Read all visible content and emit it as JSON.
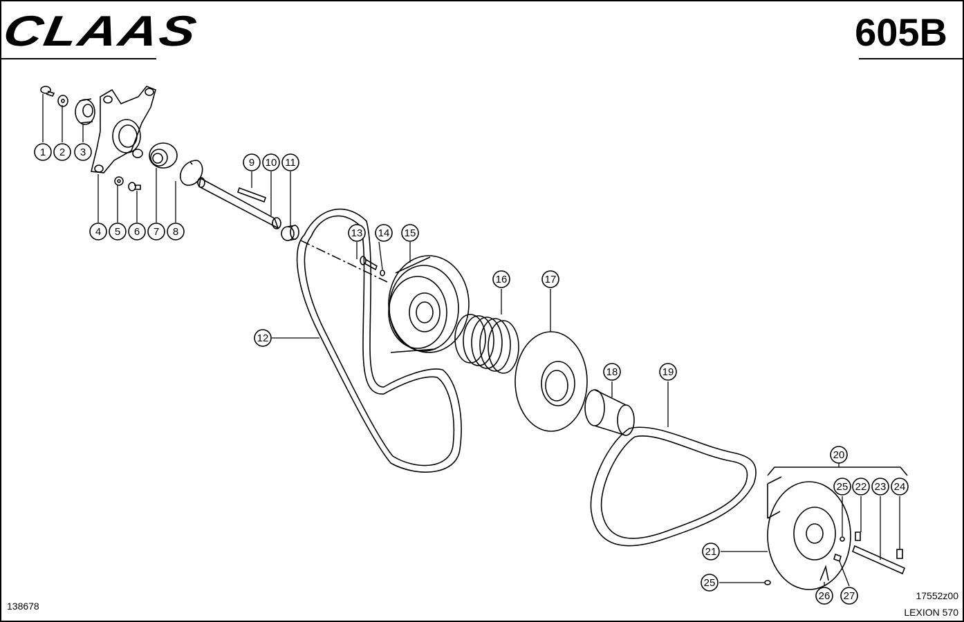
{
  "header": {
    "brand": "CLAAS",
    "page_number": "605B"
  },
  "footer": {
    "document_number": "138678",
    "drawing_number": "17552z00",
    "model": "LEXION 570"
  },
  "callouts": [
    {
      "id": "c1",
      "label": "1"
    },
    {
      "id": "c2",
      "label": "2"
    },
    {
      "id": "c3",
      "label": "3"
    },
    {
      "id": "c4",
      "label": "4"
    },
    {
      "id": "c5",
      "label": "5"
    },
    {
      "id": "c6",
      "label": "6"
    },
    {
      "id": "c7",
      "label": "7"
    },
    {
      "id": "c8",
      "label": "8"
    },
    {
      "id": "c9",
      "label": "9"
    },
    {
      "id": "c10",
      "label": "10"
    },
    {
      "id": "c11",
      "label": "11"
    },
    {
      "id": "c12",
      "label": "12"
    },
    {
      "id": "c13",
      "label": "13"
    },
    {
      "id": "c14",
      "label": "14"
    },
    {
      "id": "c15",
      "label": "15"
    },
    {
      "id": "c16",
      "label": "16"
    },
    {
      "id": "c17",
      "label": "17"
    },
    {
      "id": "c18",
      "label": "18"
    },
    {
      "id": "c19",
      "label": "19"
    },
    {
      "id": "c20",
      "label": "20"
    },
    {
      "id": "c21",
      "label": "21"
    },
    {
      "id": "c22",
      "label": "22"
    },
    {
      "id": "c23",
      "label": "23"
    },
    {
      "id": "c24",
      "label": "24"
    },
    {
      "id": "c25a",
      "label": "25"
    },
    {
      "id": "c25b",
      "label": "25"
    },
    {
      "id": "c26",
      "label": "26"
    },
    {
      "id": "c27",
      "label": "27"
    }
  ]
}
